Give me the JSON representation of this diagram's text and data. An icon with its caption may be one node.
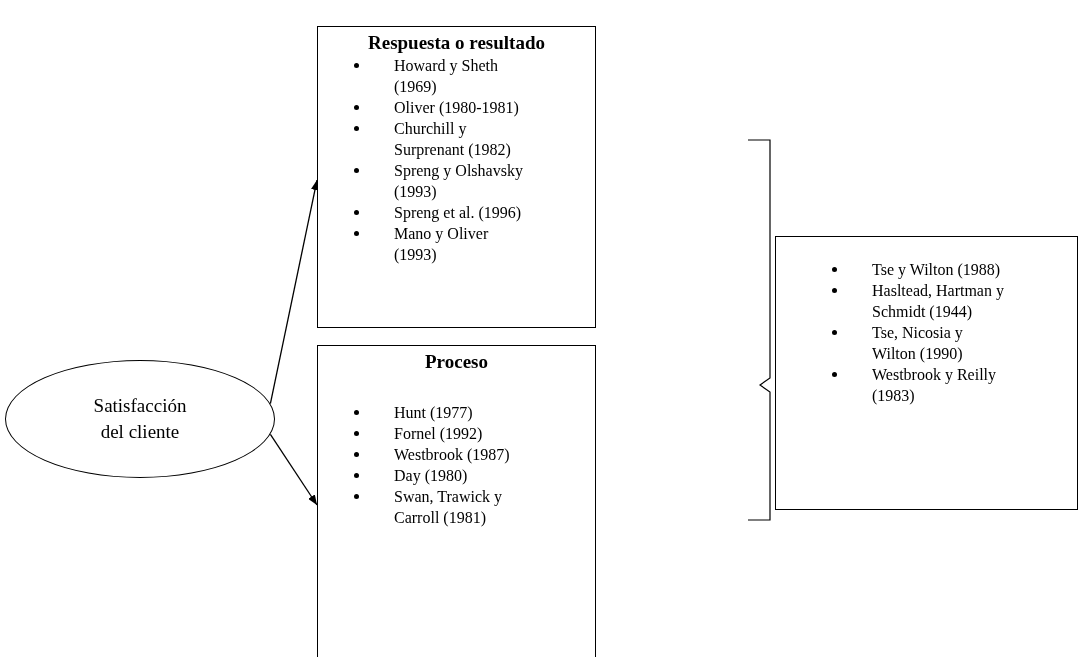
{
  "diagram": {
    "nodes": [
      {
        "text": [
          "Satisfacción del cliente"
        ]
      },
      {
        "text": [
          "Respuesta o resultado",
          "Howard y Sheth (1969)",
          "Oliver (1980-1981)",
          "Churchill y Surprenant (1982)",
          "Spreng y Olshavsky (1993)",
          "Spreng et al. (1996)",
          "Mano y Oliver (1993)"
        ]
      },
      {
        "text": [
          "Proceso",
          "Hunt (1977)",
          "Fornel (1992)",
          "Westbrook (1987)",
          "Day (1980)",
          "Swan, Trawick y Carroll (1981)"
        ]
      },
      {
        "text": [
          "Tse y Wilton (1988)",
          "Hasltead, Hartman y Schmidt (1944)",
          "Tse, Nicosia y Wilton (1990)",
          "Westbrook y Reilly (1983)"
        ]
      }
    ],
    "edges": [
      {
        "from": 0,
        "to": 1,
        "arrow": "to"
      },
      {
        "from": 0,
        "to": 2,
        "arrow": "to"
      }
    ]
  }
}
